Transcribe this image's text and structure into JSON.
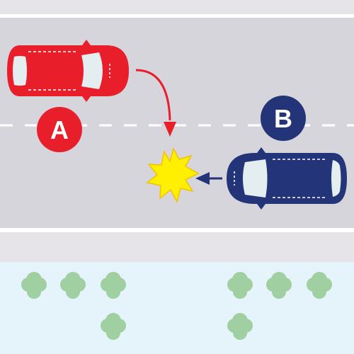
{
  "scene": {
    "colors": {
      "road": "#d7d5dc",
      "road_edge": "#ffffff",
      "sidewalk": "#e6e4e8",
      "grass": "#e5f3fa",
      "lane_dash": "#ffffff",
      "vehicle_a": "#e81e2b",
      "vehicle_b": "#233478",
      "window": "#e4eef0",
      "collision": "#ffef00",
      "bush": "#a0cfa2"
    },
    "vehicle_a": {
      "label": "A",
      "icon": "red-car-icon",
      "direction": "right"
    },
    "vehicle_b": {
      "label": "B",
      "icon": "blue-car-icon",
      "direction": "left"
    },
    "collision": {
      "icon": "impact-burst-icon"
    },
    "motion": {
      "vehicle_a_path": "right-then-down",
      "vehicle_b_path": "left"
    }
  }
}
